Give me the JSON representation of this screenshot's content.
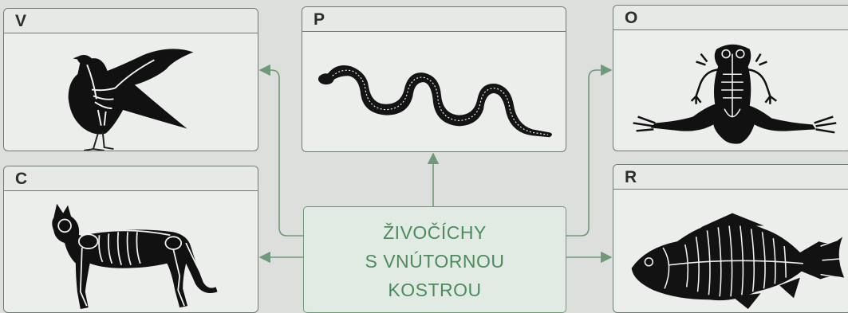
{
  "panels": {
    "v": {
      "letter": "V"
    },
    "p": {
      "letter": "P"
    },
    "o": {
      "letter": "O"
    },
    "c": {
      "letter": "C"
    },
    "r": {
      "letter": "R"
    }
  },
  "center": {
    "line1": "ŽIVOČÍCHY",
    "line2": "S VNÚTORNOU",
    "line3": "KOSTROU"
  },
  "colors": {
    "connector": "#6e9a79",
    "center_text": "#4c8b5b",
    "panel_border": "#6f7a72"
  },
  "icons": [
    "bird-skeleton-icon",
    "snake-skeleton-icon",
    "frog-skeleton-icon",
    "cat-skeleton-icon",
    "fish-skeleton-icon"
  ]
}
